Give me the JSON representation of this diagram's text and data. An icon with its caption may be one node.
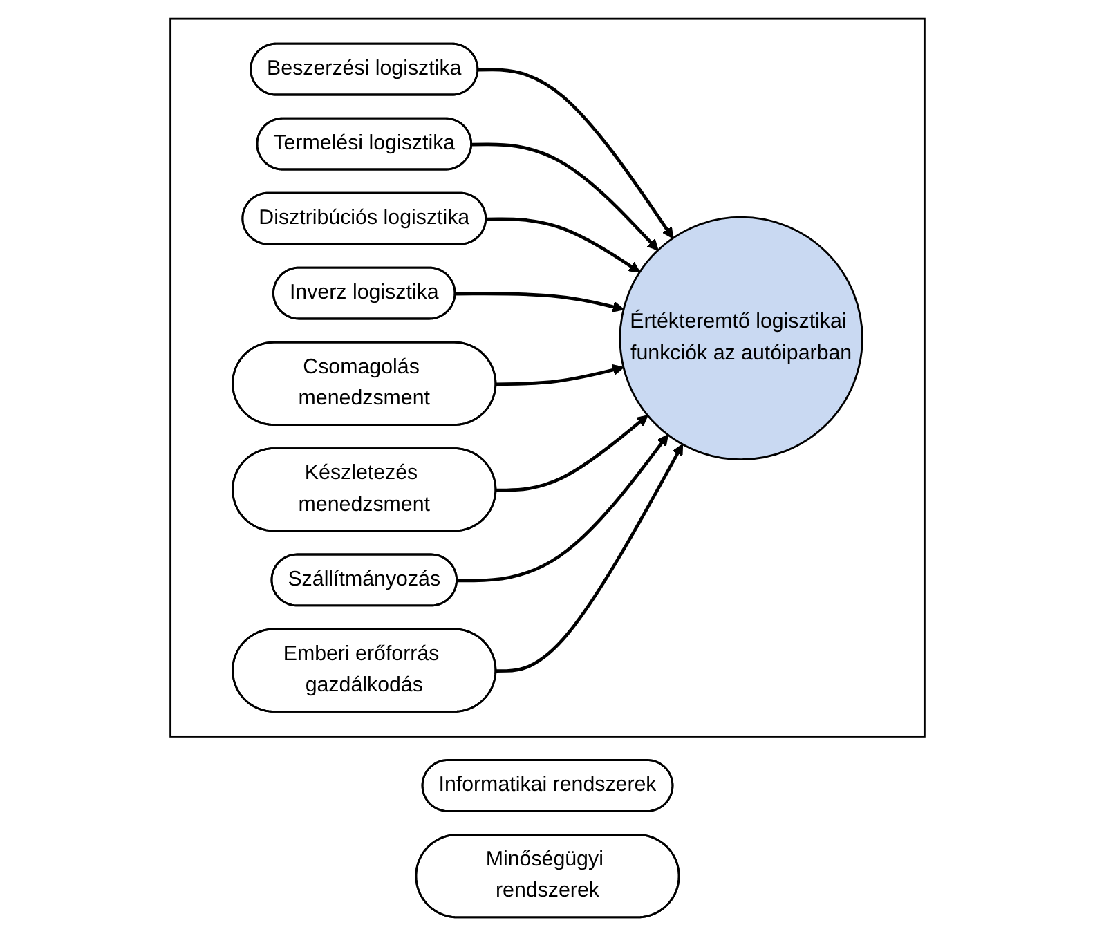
{
  "diagram": {
    "nodes": [
      {
        "text": [
          "Informatikai rendszerek"
        ]
      },
      {
        "text": [],
        "shape": "box"
      },
      {
        "text": [
          "Beszerzési logisztika"
        ],
        "in": 1
      },
      {
        "text": [
          "Csomagolás menedzsment"
        ],
        "in": 1
      },
      {
        "text": [
          "Termelési logisztika"
        ],
        "in": 1
      },
      {
        "text": [
          "Készletezés menedzsment"
        ],
        "in": 1
      },
      {
        "text": [
          "Értékteremtő logisztikai funkciók az autóiparban"
        ],
        "in": 1
      },
      {
        "text": [
          "Disztribúciós logisztika"
        ],
        "in": 1
      },
      {
        "text": [
          "Szállítmányozás"
        ],
        "in": 1
      },
      {
        "text": [
          "Inverz logisztika"
        ],
        "in": 1
      },
      {
        "text": [
          "Emberi erőforrás gazdálkodás"
        ],
        "in": 1
      },
      {
        "text": [
          "Minőségügyi rendszerek"
        ]
      }
    ],
    "edges": [
      {
        "from": 2,
        "to": 6,
        "arrow": "to"
      },
      {
        "from": 4,
        "to": 6,
        "arrow": "to"
      },
      {
        "from": 7,
        "to": 6,
        "arrow": "to"
      },
      {
        "from": 9,
        "to": 6,
        "arrow": "to"
      },
      {
        "from": 3,
        "to": 6,
        "arrow": "to"
      },
      {
        "from": 5,
        "to": 6,
        "arrow": "to"
      },
      {
        "from": 8,
        "to": 6,
        "arrow": "to"
      },
      {
        "from": 10,
        "to": 6,
        "arrow": "to"
      }
    ]
  }
}
